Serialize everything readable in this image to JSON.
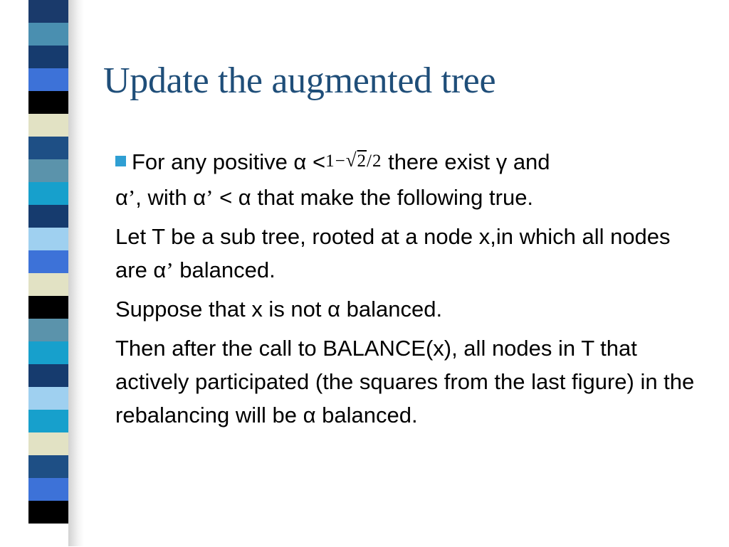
{
  "slide": {
    "title": "Update the augmented tree",
    "bullet": {
      "intro": "For any positive α <",
      "formula": {
        "one": "1",
        "minus": "−",
        "sqrt": "√",
        "radicand": "2",
        "div": "/",
        "denominator": "2"
      },
      "after_formula": " there exist γ  and",
      "line2_a": "α",
      "prime1": "’",
      "line2_b": ", with α",
      "prime2": "’",
      "line2_c": " < α that make the following true."
    },
    "para1_a": "Let T be a sub tree, rooted at a node x,in which all nodes are α",
    "para1_prime": "’",
    "para1_b": " balanced.",
    "para2": "Suppose that x is not α balanced.",
    "para3": "Then after the call to BALANCE(x), all nodes in T that actively participated (the squares from the last figure) in the rebalancing will be α balanced."
  },
  "stripe_colors": [
    "#1a3a6b",
    "#4a8fb0",
    "#163b6e",
    "#3d72d8",
    "#000000",
    "#e2e2c4",
    "#1e4f85",
    "#5b93ab",
    "#17a0cc",
    "#163b6e",
    "#9fd0f0",
    "#3d72d8",
    "#e2e2c4",
    "#000000",
    "#5b93ab",
    "#17a0cc",
    "#163b6e",
    "#9fd0f0",
    "#17a0cc",
    "#e2e2c4",
    "#1e4f85",
    "#3d72d8",
    "#000000",
    "#ffffff"
  ],
  "colors": {
    "title": "#1f4e79",
    "bullet": "#2f9fd3"
  }
}
